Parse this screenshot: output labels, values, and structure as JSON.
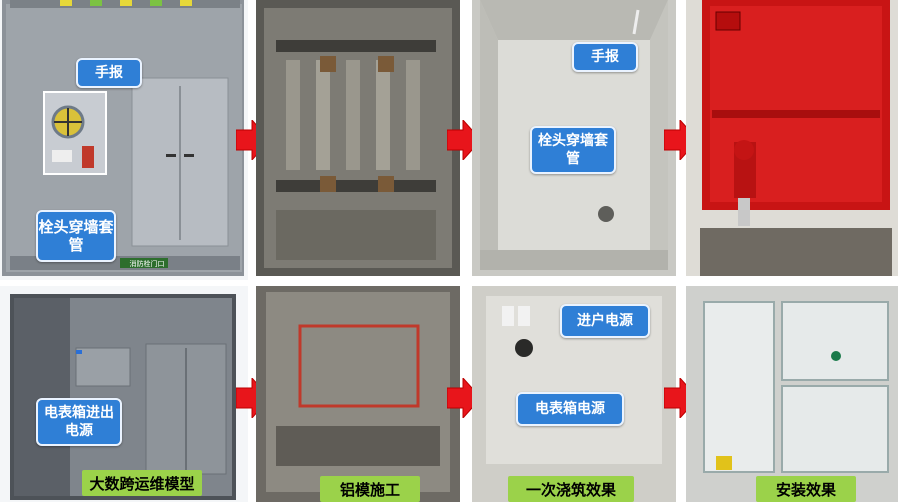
{
  "top_row": {
    "panel1": {
      "callout_top": "手报",
      "callout_bottom": "栓头穿墙套管",
      "door_plaque": "消防栓门口"
    },
    "panel3": {
      "callout_top": "手报",
      "callout_mid": "栓头穿墙套管"
    }
  },
  "bottom_row": {
    "panel1": {
      "callout": "电表箱进出电源",
      "caption": "大数跨运维模型"
    },
    "panel2": {
      "caption": "铝模施工"
    },
    "panel3": {
      "callout_top": "进户电源",
      "callout_mid": "电表箱电源",
      "caption": "一次浇筑效果"
    },
    "panel4": {
      "caption": "安装效果"
    }
  },
  "colors": {
    "arrow": "#e8151b",
    "callout": "#2f7fd6",
    "caption": "#9bd24a",
    "cabinet_red": "#d81b1b"
  }
}
